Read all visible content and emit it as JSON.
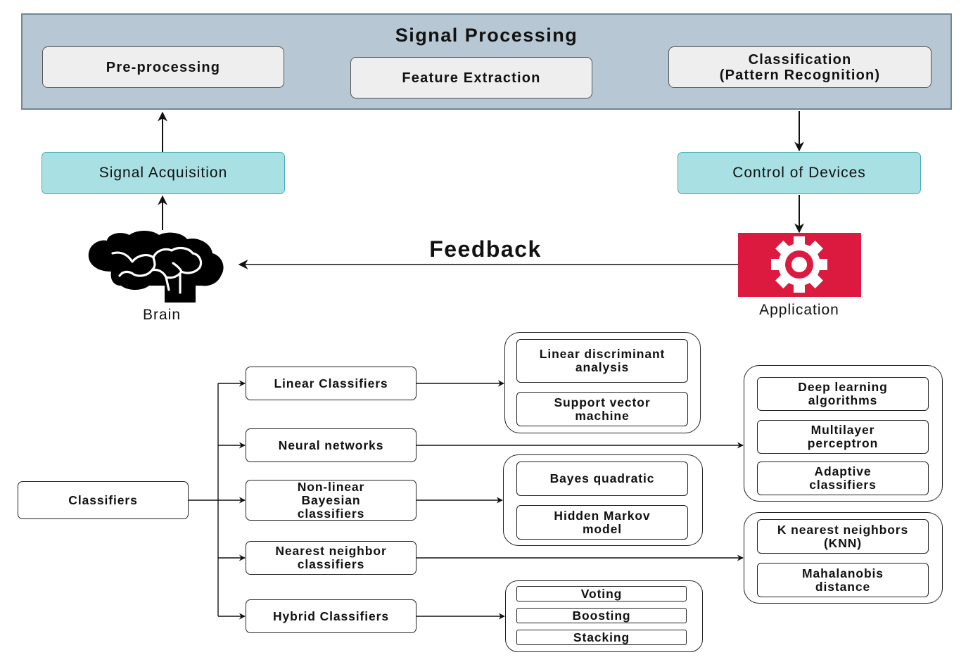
{
  "signal_processing": {
    "title": "Signal Processing",
    "pre_processing": "Pre-processing",
    "feature_extraction": "Feature Extraction",
    "classification_line1": "Classification",
    "classification_line2": "(Pattern Recognition)"
  },
  "signal_acquisition": "Signal Acquisition",
  "control_of_devices": "Control of Devices",
  "feedback": "Feedback",
  "brain_label": "Brain",
  "application_label": "Application",
  "colors": {
    "panel": "#b7c7d3",
    "teal": "#a8e0e4",
    "application_red": "#dc1a40"
  },
  "classifiers": {
    "root": "Classifiers",
    "categories": {
      "linear": "Linear Classifiers",
      "neural": "Neural networks",
      "nonlinear_bayes": "Non-linear Bayesian classifiers",
      "nearest_neighbor": "Nearest neighbor classifiers",
      "hybrid": "Hybrid Classifiers"
    },
    "linear_items": [
      "Linear discriminant analysis",
      "Support vector machine"
    ],
    "neural_items": [
      "Deep learning algorithms",
      "Multilayer perceptron",
      "Adaptive classifiers"
    ],
    "bayes_items": [
      "Bayes quadratic",
      "Hidden Markov model"
    ],
    "nn_items": [
      "K nearest neighbors (KNN)",
      "Mahalanobis distance"
    ],
    "hybrid_items": [
      "Voting",
      "Boosting",
      "Stacking"
    ]
  }
}
